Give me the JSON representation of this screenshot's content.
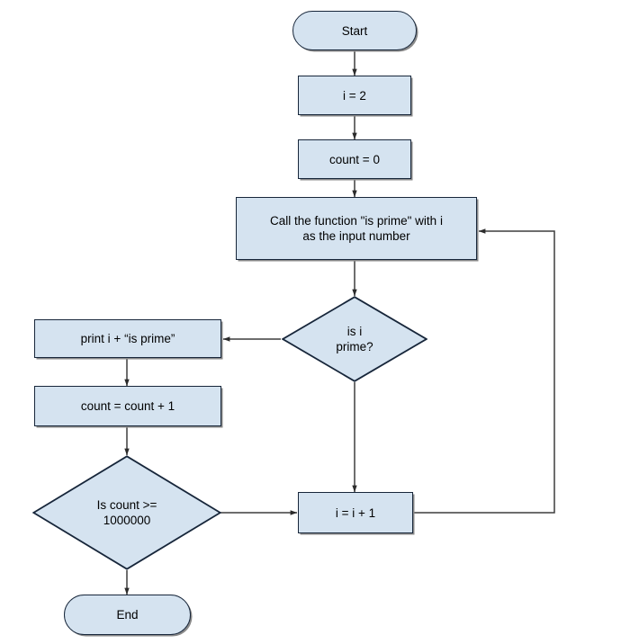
{
  "diagram": {
    "type": "flowchart",
    "title": "Prime number counting flowchart",
    "colors": {
      "node_fill": "#d5e3f0",
      "node_stroke": "#17263a",
      "edge_stroke": "#3d3d3d",
      "text": "#000000",
      "background": "#ffffff"
    },
    "nodes": [
      {
        "id": "start",
        "label": "Start",
        "shape": "terminator"
      },
      {
        "id": "init_i",
        "label": "i = 2",
        "shape": "process"
      },
      {
        "id": "init_cnt",
        "label": "count = 0",
        "shape": "process"
      },
      {
        "id": "call_fn",
        "label": "Call the function \"is prime\" with i as the input number",
        "shape": "process"
      },
      {
        "id": "is_prime",
        "label": "is i prime?",
        "shape": "decision"
      },
      {
        "id": "print",
        "label": "print i + “is prime”",
        "shape": "process"
      },
      {
        "id": "inc_cnt",
        "label": "count = count + 1",
        "shape": "process"
      },
      {
        "id": "chk_cnt",
        "label": "Is count >= 1000000",
        "shape": "decision"
      },
      {
        "id": "inc_i",
        "label": "i = i + 1",
        "shape": "process"
      },
      {
        "id": "end",
        "label": "End",
        "shape": "terminator"
      }
    ],
    "node_labels": {
      "start": "Start",
      "init_i": "i = 2",
      "init_cnt": "count = 0",
      "call_fn_line1": "Call the function \"is prime\" with i",
      "call_fn_line2": "as the input number",
      "is_prime_line1": "is i",
      "is_prime_line2": "prime?",
      "print": "print i + “is prime”",
      "inc_cnt": "count = count + 1",
      "chk_cnt_line1": "Is count >=",
      "chk_cnt_line2": "1000000",
      "inc_i": "i = i + 1",
      "end": "End"
    },
    "edges": [
      {
        "from": "start",
        "to": "init_i",
        "label": ""
      },
      {
        "from": "init_i",
        "to": "init_cnt",
        "label": ""
      },
      {
        "from": "init_cnt",
        "to": "call_fn",
        "label": ""
      },
      {
        "from": "call_fn",
        "to": "is_prime",
        "label": ""
      },
      {
        "from": "is_prime",
        "to": "print",
        "label": ""
      },
      {
        "from": "is_prime",
        "to": "inc_i",
        "label": ""
      },
      {
        "from": "print",
        "to": "inc_cnt",
        "label": ""
      },
      {
        "from": "inc_cnt",
        "to": "chk_cnt",
        "label": ""
      },
      {
        "from": "chk_cnt",
        "to": "end",
        "label": ""
      },
      {
        "from": "chk_cnt",
        "to": "inc_i",
        "label": ""
      },
      {
        "from": "inc_i",
        "to": "call_fn",
        "label": ""
      }
    ]
  }
}
